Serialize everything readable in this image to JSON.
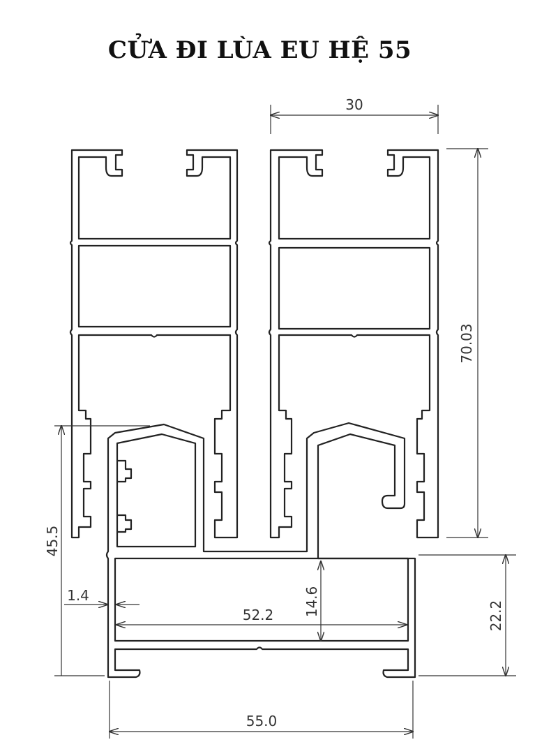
{
  "title": "CỬA ĐI LÙA EU HỆ 55",
  "dimensions": {
    "sash_width": "30",
    "sash_height": "70.03",
    "frame_height": "22.2",
    "frame_width": "55.0",
    "inner_width": "52.2",
    "chamber_height": "14.6",
    "wall_thickness": "1.4",
    "overall_height": "45.5"
  }
}
